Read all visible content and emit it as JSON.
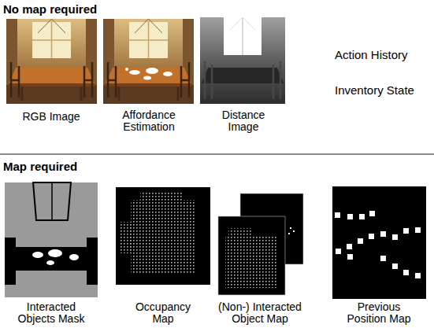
{
  "diagram": {
    "nodes": [
      {
        "text": [
          "No map required"
        ]
      },
      {
        "text": [
          "RGB Image"
        ],
        "in": 0
      },
      {
        "text": [
          "Affordance Estimation"
        ],
        "in": 0
      },
      {
        "text": [
          "Distance Image"
        ],
        "in": 0
      },
      {
        "text": [
          "Map required"
        ]
      },
      {
        "text": [
          "Interacted Objects Mask"
        ],
        "in": 4
      },
      {
        "text": [
          "Occupancy Map"
        ],
        "in": 4
      },
      {
        "text": [
          "(Non-) Interacted Object Map"
        ],
        "in": 4
      },
      {
        "text": [
          "Previous Position Map"
        ],
        "in": 4
      }
    ],
    "labels": [
      "Action History",
      "Inventory State"
    ]
  }
}
